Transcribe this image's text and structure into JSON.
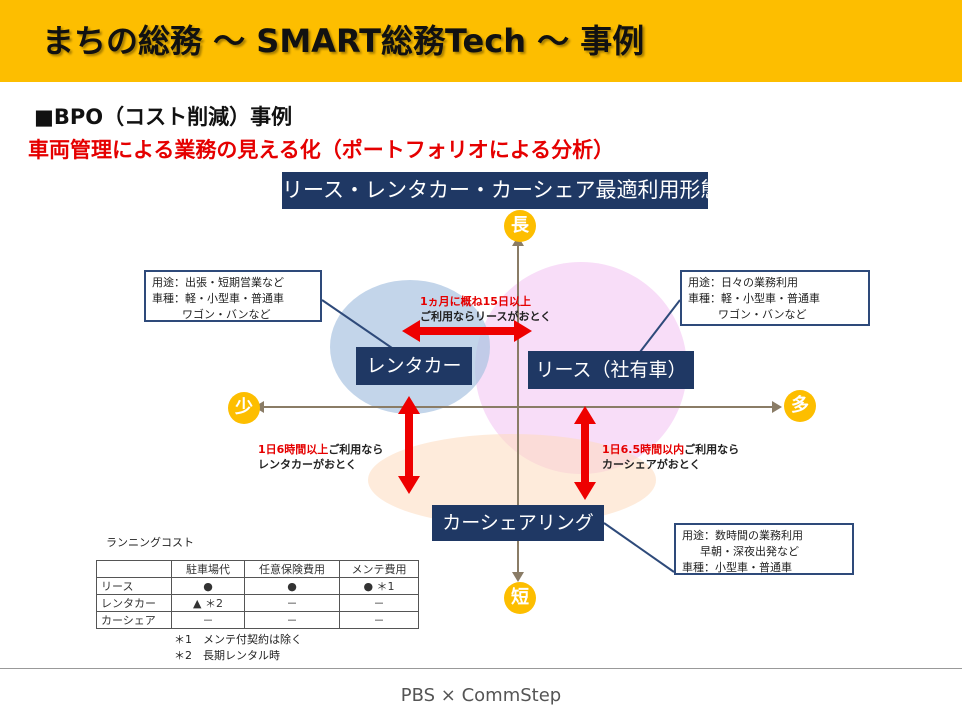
{
  "header": {
    "title": "まちの総務 〜 SMART総務Tech 〜 事例"
  },
  "section": {
    "heading": "■BPO（コスト削減）事例",
    "subheading": "車両管理による業務の見える化（ポートフォリオによる分析）"
  },
  "diagram": {
    "title": "リース・レンタカー・カーシェア最適利用形態",
    "axis": {
      "top": "長",
      "bottom": "短",
      "left": "少",
      "right": "多"
    },
    "nodes": {
      "rental": "レンタカー",
      "lease": "リース（社有車）",
      "carshare": "カーシェアリング"
    },
    "notes": {
      "rental": [
        "用途：出張・短期営業など",
        "車種：軽・小型車・普通車",
        "ワゴン・バンなど"
      ],
      "lease": [
        "用途：日々の業務利用",
        "車種：軽・小型車・普通車",
        "ワゴン・バンなど"
      ],
      "carshare": [
        "用途：数時間の業務利用",
        "早朝・深夜出発など",
        "車種：小型車・普通車"
      ]
    },
    "arrow_labels": {
      "horizontal": {
        "red": "1ヵ月に概ね15日以上",
        "black": "ご利用ならリースがおとく"
      },
      "left_vertical": {
        "red": "1日6時間以上",
        "black1": "ご利用なら",
        "black2": "レンタカーがおとく"
      },
      "right_vertical": {
        "red": "1日6.5時間以内",
        "black1": "ご利用なら",
        "black2": "カーシェアがおとく"
      }
    }
  },
  "running_cost": {
    "title": "ランニングコスト",
    "headers": [
      "",
      "駐車場代",
      "任意保険費用",
      "メンテ費用"
    ],
    "rows": [
      [
        "リース",
        "●",
        "●",
        "●  ＊1"
      ],
      [
        "レンタカー",
        "▲  ＊2",
        "－",
        "－"
      ],
      [
        "カーシェア",
        "－",
        "－",
        "－"
      ]
    ],
    "notes": [
      "＊1　メンテ付契約は除く",
      "＊2　長期レンタル時"
    ]
  },
  "footer": {
    "text": "PBS × CommStep"
  },
  "colors": {
    "header_bg": "#fdbe00",
    "navy": "#1f3864",
    "accent_red": "#e50000",
    "arrow_red": "#ee0000"
  }
}
